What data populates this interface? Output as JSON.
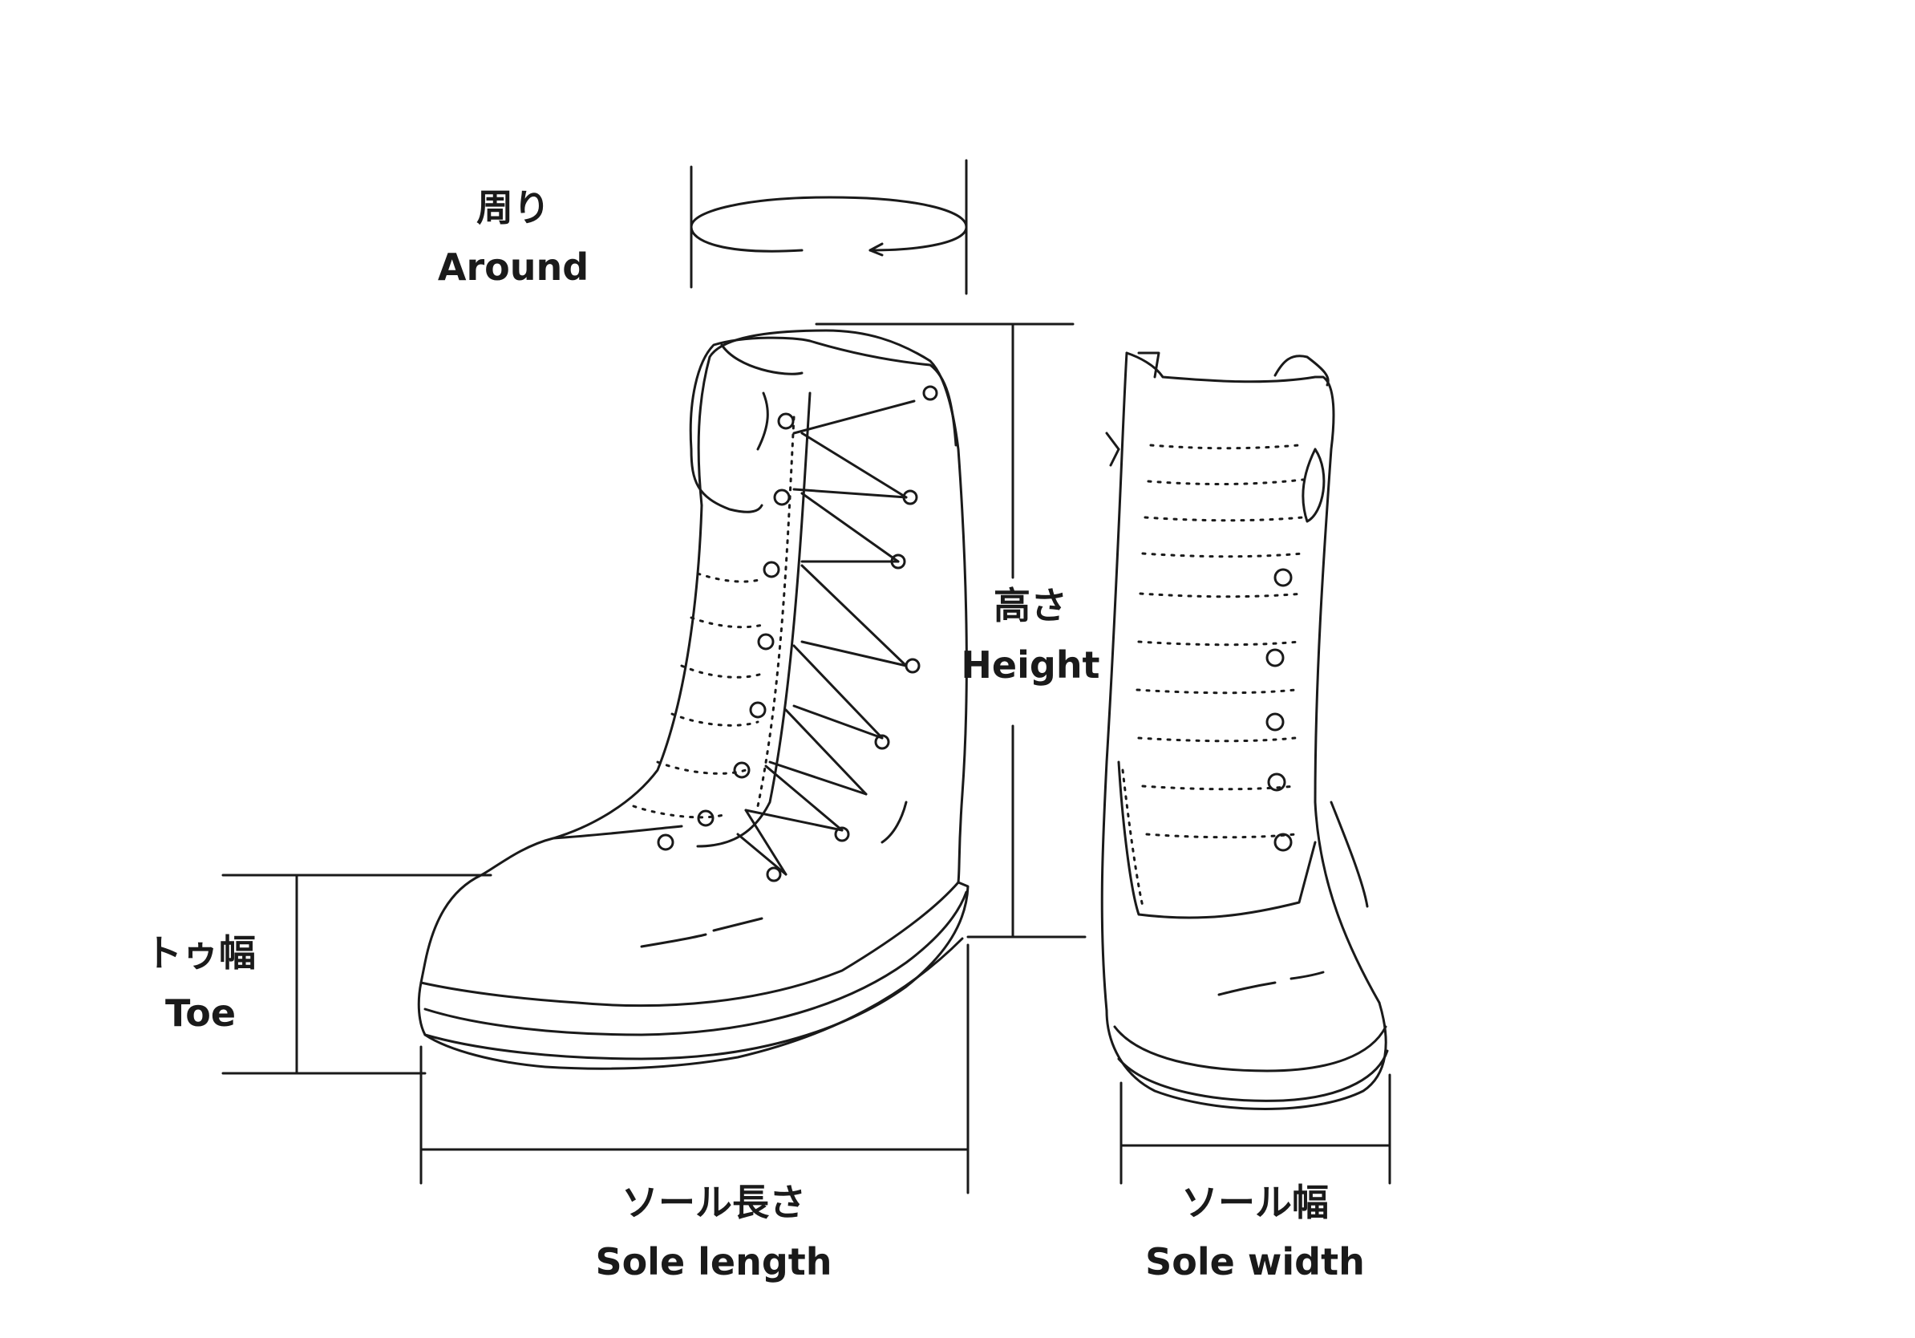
{
  "labels": {
    "around": {
      "jp": "周り",
      "en": "Around"
    },
    "height": {
      "jp": "高さ",
      "en": "Height"
    },
    "toe": {
      "jp": "トゥ幅",
      "en": "Toe"
    },
    "sole_length": {
      "jp": "ソール長さ",
      "en": "Sole length"
    },
    "sole_width": {
      "jp": "ソール幅",
      "en": "Sole width"
    }
  },
  "colors": {
    "line": "#1a1a1a",
    "background": "#ffffff"
  }
}
